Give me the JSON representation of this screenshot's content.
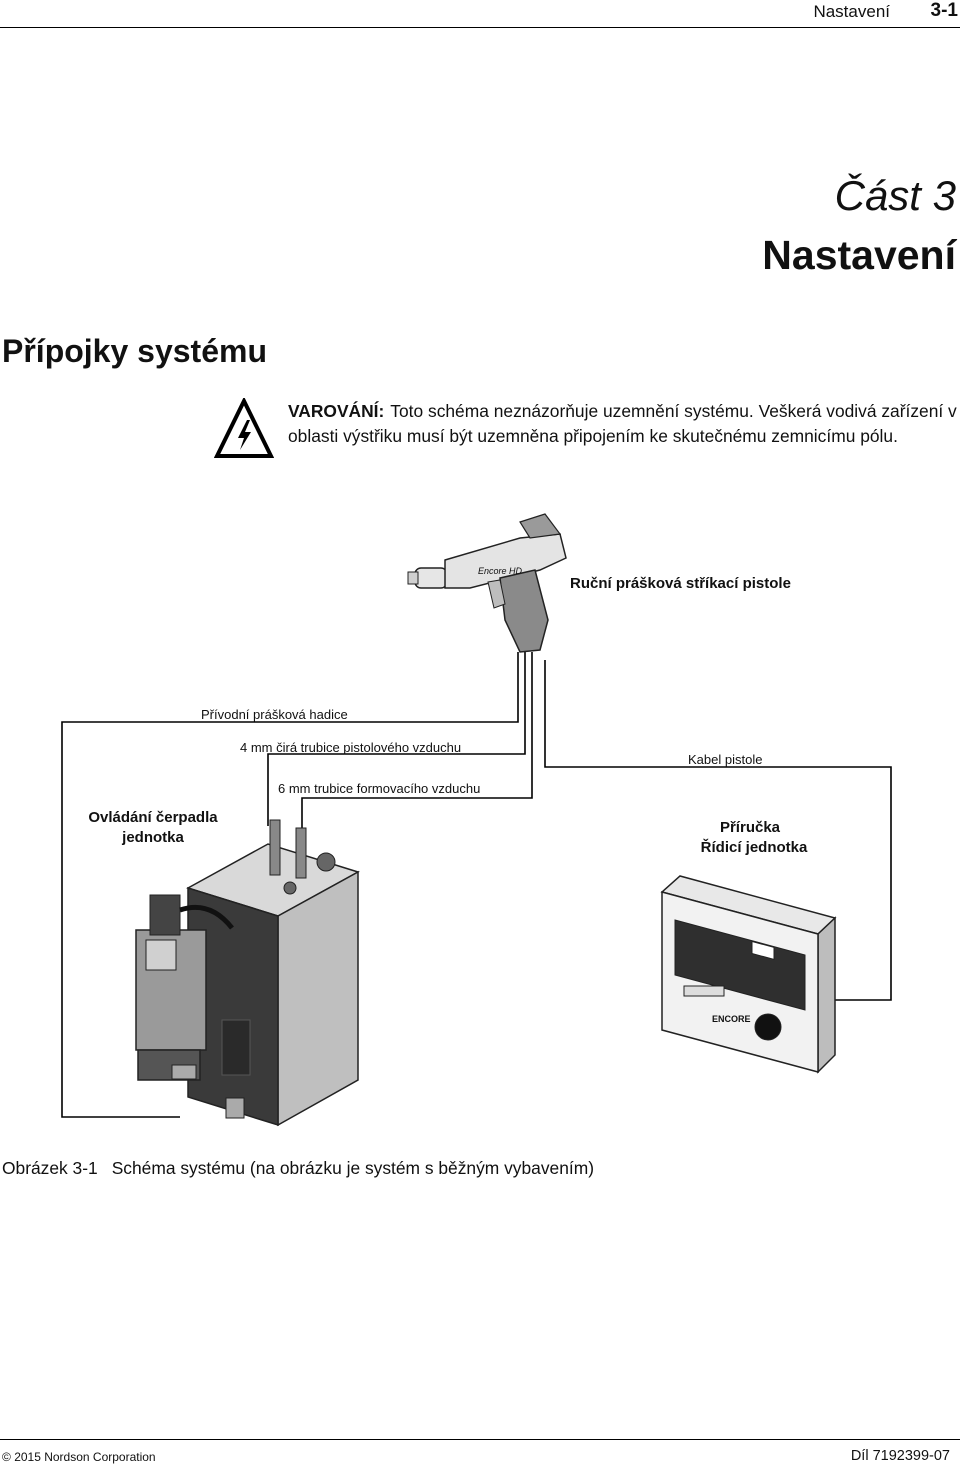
{
  "header": {
    "section": "Nastavení",
    "page": "3-1"
  },
  "part": {
    "label": "Část 3",
    "title": "Nastavení"
  },
  "section_title": "Přípojky systému",
  "warning": {
    "label": "VAROVÁNÍ:",
    "text": "Toto schéma neznázorňuje uzemnění systému. Veškerá vodivá zařízení v oblasti výstřiku musí být uzemněna připojením ke skutečnému zemnicímu pólu.",
    "icon": "electrical-hazard-icon"
  },
  "diagram": {
    "gun_label": "Ruční prášková stříkací pistole",
    "hose_label": "Přívodní prášková hadice",
    "tube4_label": "4 mm čirá trubice pistolového vzduchu",
    "tube6_label": "6 mm trubice formovacího vzduchu",
    "cable_label": "Kabel pistole",
    "pump_label_1": "Ovládání čerpadla",
    "pump_label_2": "jednotka",
    "controller_label_1": "Příručka",
    "controller_label_2": "Řídicí jednotka",
    "gun_brand": "Encore HD",
    "controller_brand": "ENCORE"
  },
  "figure": {
    "number": "Obrázek 3-1",
    "caption": "Schéma systému (na obrázku je systém s běžným vybavením)"
  },
  "footer": {
    "copyright_symbol": "©",
    "copyright": "2015 Nordson Corporation",
    "part_number": "Díl 7192399-07"
  }
}
